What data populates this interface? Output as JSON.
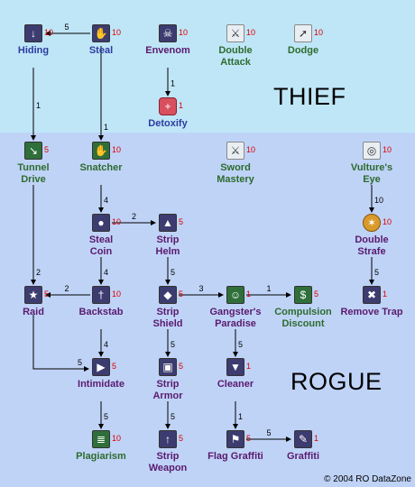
{
  "sections": {
    "thief": "THIEF",
    "rogue": "ROGUE"
  },
  "credit": "© 2004 RO DataZone",
  "skills": {
    "hiding": {
      "name": "Hiding",
      "max": "10",
      "icon": "hiding-icon"
    },
    "steal": {
      "name": "Steal",
      "max": "10",
      "icon": "steal-icon"
    },
    "envenom": {
      "name": "Envenom",
      "max": "10",
      "icon": "envenom-icon"
    },
    "double_attack": {
      "name": "Double\nAttack",
      "max": "10",
      "icon": "double-attack-icon"
    },
    "dodge": {
      "name": "Dodge",
      "max": "10",
      "icon": "dodge-icon"
    },
    "detoxify": {
      "name": "Detoxify",
      "max": "1",
      "icon": "detoxify-heart-icon"
    },
    "tunnel_drive": {
      "name": "Tunnel\nDrive",
      "max": "5",
      "icon": "tunnel-drive-icon"
    },
    "snatcher": {
      "name": "Snatcher",
      "max": "10",
      "icon": "snatcher-icon"
    },
    "sword_mastery": {
      "name": "Sword\nMastery",
      "max": "10",
      "icon": "sword-icon"
    },
    "vultures_eye": {
      "name": "Vulture's\nEye",
      "max": "10",
      "icon": "vultures-eye-icon"
    },
    "steal_coin": {
      "name": "Steal\nCoin",
      "max": "10",
      "icon": "steal-coin-icon"
    },
    "strip_helm": {
      "name": "Strip\nHelm",
      "max": "5",
      "icon": "strip-helm-icon"
    },
    "double_strafe": {
      "name": "Double\nStrafe",
      "max": "10",
      "icon": "double-strafe-burst-icon"
    },
    "raid": {
      "name": "Raid",
      "max": "5",
      "icon": "raid-icon"
    },
    "backstab": {
      "name": "Backstab",
      "max": "10",
      "icon": "backstab-icon"
    },
    "strip_shield": {
      "name": "Strip\nShield",
      "max": "5",
      "icon": "strip-shield-icon"
    },
    "gangsters_paradise": {
      "name": "Gangster's\nParadise",
      "max": "1",
      "icon": "gangsters-paradise-icon"
    },
    "compulsion_discount": {
      "name": "Compulsion\nDiscount",
      "max": "5",
      "icon": "compulsion-discount-icon"
    },
    "remove_trap": {
      "name": "Remove Trap",
      "max": "1",
      "icon": "remove-trap-icon"
    },
    "intimidate": {
      "name": "Intimidate",
      "max": "5",
      "icon": "intimidate-icon"
    },
    "strip_armor": {
      "name": "Strip\nArmor",
      "max": "5",
      "icon": "strip-armor-icon"
    },
    "cleaner": {
      "name": "Cleaner",
      "max": "1",
      "icon": "cleaner-icon"
    },
    "plagiarism": {
      "name": "Plagiarism",
      "max": "10",
      "icon": "plagiarism-icon"
    },
    "strip_weapon": {
      "name": "Strip\nWeapon",
      "max": "5",
      "icon": "strip-weapon-icon"
    },
    "flag_graffiti": {
      "name": "Flag Graffiti",
      "max": "5",
      "icon": "flag-graffiti-icon"
    },
    "graffiti": {
      "name": "Graffiti",
      "max": "1",
      "icon": "graffiti-icon"
    }
  },
  "requirements": [
    {
      "from": "steal",
      "to": "hiding",
      "level": "5"
    },
    {
      "from": "envenom",
      "to": "detoxify",
      "level": "1"
    },
    {
      "from": "hiding",
      "to": "tunnel_drive",
      "level": "1"
    },
    {
      "from": "steal",
      "to": "snatcher",
      "level": "1"
    },
    {
      "from": "snatcher",
      "to": "steal_coin",
      "level": "4"
    },
    {
      "from": "steal_coin",
      "to": "strip_helm",
      "level": "2"
    },
    {
      "from": "vultures_eye",
      "to": "double_strafe",
      "level": "10"
    },
    {
      "from": "tunnel_drive",
      "to": "raid",
      "level": "2"
    },
    {
      "from": "backstab",
      "to": "raid",
      "level": "2"
    },
    {
      "from": "steal_coin",
      "to": "backstab",
      "level": "4"
    },
    {
      "from": "strip_helm",
      "to": "strip_shield",
      "level": "5"
    },
    {
      "from": "strip_shield",
      "to": "gangsters_paradise",
      "level": "3"
    },
    {
      "from": "gangsters_paradise",
      "to": "compulsion_discount",
      "level": "1"
    },
    {
      "from": "double_strafe",
      "to": "remove_trap",
      "level": "5"
    },
    {
      "from": "backstab",
      "to": "intimidate",
      "level": "4"
    },
    {
      "from": "raid",
      "to": "intimidate",
      "level": "5"
    },
    {
      "from": "strip_shield",
      "to": "strip_armor",
      "level": "5"
    },
    {
      "from": "gangsters_paradise",
      "to": "cleaner",
      "level": "5"
    },
    {
      "from": "intimidate",
      "to": "plagiarism",
      "level": "5"
    },
    {
      "from": "strip_armor",
      "to": "strip_weapon",
      "level": "5"
    },
    {
      "from": "cleaner",
      "to": "flag_graffiti",
      "level": "1"
    },
    {
      "from": "flag_graffiti",
      "to": "graffiti",
      "level": "5"
    }
  ]
}
